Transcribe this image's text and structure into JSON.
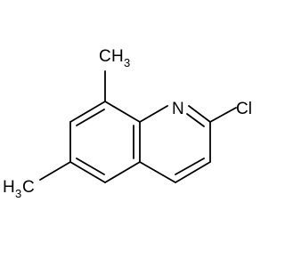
{
  "molecule": {
    "atoms": {
      "n1": "N",
      "cl": "Cl",
      "ch3_top_h": "H",
      "ch3_top_3": "3",
      "ch3_top_c": "C",
      "ch3_left_h": "H",
      "ch3_left_3": "3",
      "ch3_left_c": "C"
    }
  }
}
